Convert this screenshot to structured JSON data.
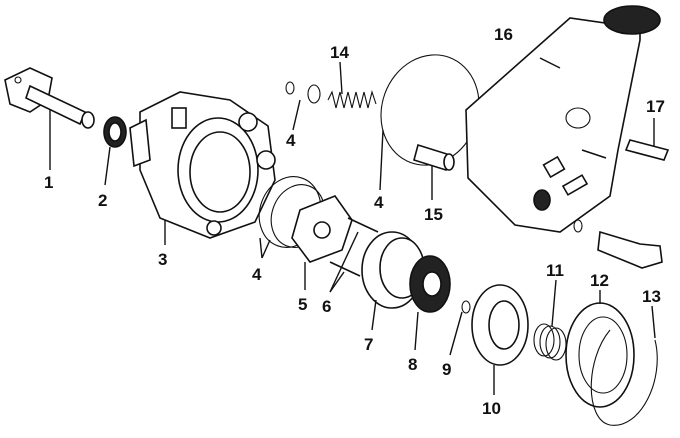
{
  "labels": [
    {
      "id": "1",
      "text": "1"
    },
    {
      "id": "2",
      "text": "2"
    },
    {
      "id": "3",
      "text": "3"
    },
    {
      "id": "4a",
      "text": "4"
    },
    {
      "id": "4b",
      "text": "4"
    },
    {
      "id": "4c",
      "text": "4"
    },
    {
      "id": "5",
      "text": "5"
    },
    {
      "id": "6",
      "text": "6"
    },
    {
      "id": "7",
      "text": "7"
    },
    {
      "id": "8",
      "text": "8"
    },
    {
      "id": "9",
      "text": "9"
    },
    {
      "id": "10",
      "text": "10"
    },
    {
      "id": "11",
      "text": "11"
    },
    {
      "id": "12",
      "text": "12"
    },
    {
      "id": "13",
      "text": "13"
    },
    {
      "id": "14",
      "text": "14"
    },
    {
      "id": "15",
      "text": "15"
    },
    {
      "id": "16",
      "text": "16"
    },
    {
      "id": "17",
      "text": "17"
    }
  ],
  "colors": {
    "ink": "#111111",
    "paper": "#ffffff"
  }
}
